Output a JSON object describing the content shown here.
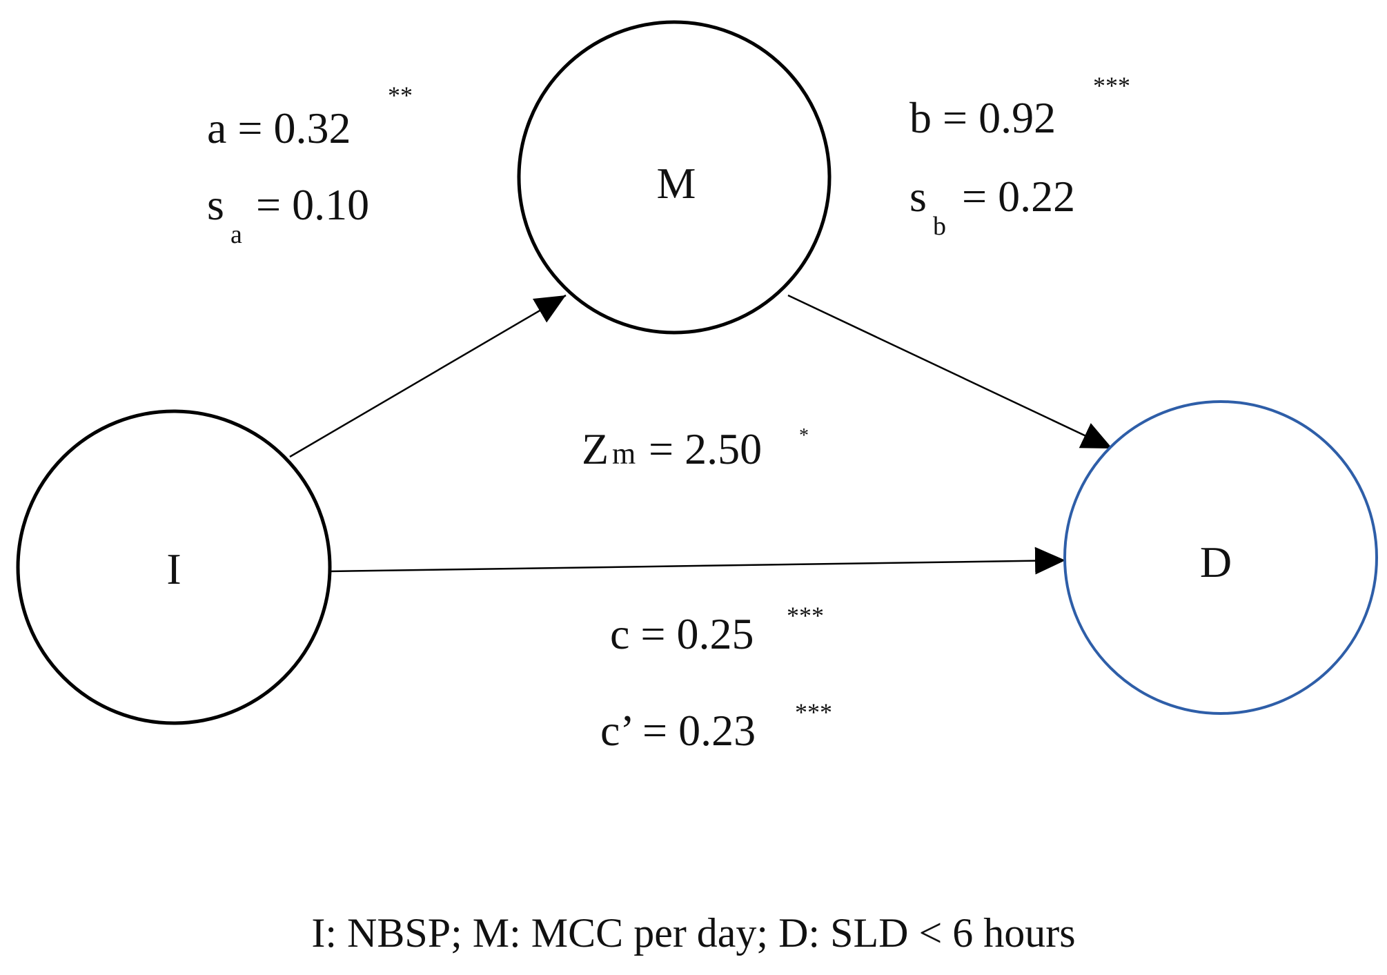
{
  "nodes": {
    "I": {
      "label": "I",
      "stroke": "#000000"
    },
    "M": {
      "label": "M",
      "stroke": "#000000"
    },
    "D": {
      "label": "D",
      "stroke": "#2e5ea8"
    }
  },
  "paths": {
    "a": {
      "text": "a = 0.32",
      "sig": "**"
    },
    "sa": {
      "base": "s",
      "sub": "a",
      "text": " = 0.10"
    },
    "b": {
      "text": "b = 0.92",
      "sig": "***"
    },
    "sb": {
      "base": "s",
      "sub": "b",
      "text": " = 0.22"
    },
    "zm": {
      "base": "Z",
      "sub": "m",
      "text": " = 2.50",
      "sig": "*"
    },
    "c": {
      "text": "c = 0.25",
      "sig": "***"
    },
    "c_prime": {
      "text": "c’ = 0.23",
      "sig": "***"
    }
  },
  "legend": "I: NBSP; M: MCC per day; D: SLD < 6 hours"
}
